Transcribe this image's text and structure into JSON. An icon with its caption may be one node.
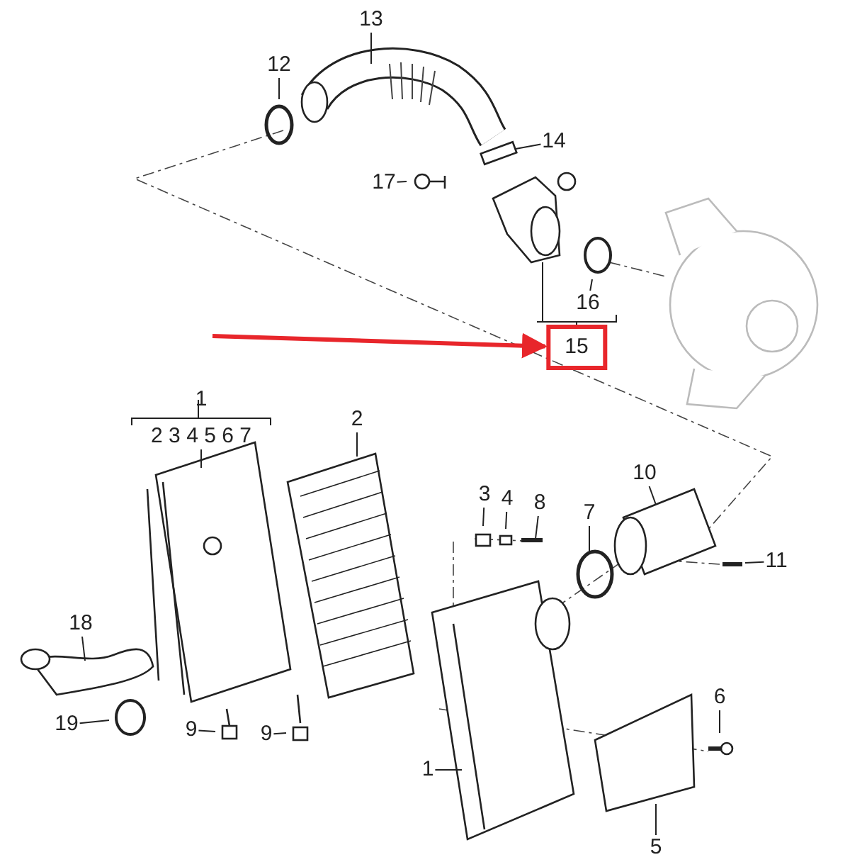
{
  "diagram": {
    "nodes": [
      {
        "text": [
          "13"
        ]
      },
      {
        "text": [
          "12"
        ]
      },
      {
        "text": [
          "14"
        ]
      },
      {
        "text": [
          "17"
        ]
      },
      {
        "text": [
          "16"
        ]
      },
      {
        "text": [
          "15"
        ]
      },
      {
        "text": [
          "1",
          "2 3 4 5 6 7"
        ]
      },
      {
        "text": [
          "2"
        ]
      },
      {
        "text": [
          "3"
        ]
      },
      {
        "text": [
          "4"
        ]
      },
      {
        "text": [
          "8"
        ]
      },
      {
        "text": [
          "10"
        ]
      },
      {
        "text": [
          "7"
        ]
      },
      {
        "text": [
          "11"
        ]
      },
      {
        "text": [
          "18"
        ]
      },
      {
        "text": [
          "19"
        ]
      },
      {
        "text": [
          "9"
        ]
      },
      {
        "text": [
          "9"
        ]
      },
      {
        "text": [
          "1"
        ]
      },
      {
        "text": [
          "6"
        ]
      },
      {
        "text": [
          "5"
        ]
      }
    ],
    "edges": [
      {
        "from": 0,
        "to": null,
        "arrow": "none"
      },
      {
        "from": 1,
        "to": null,
        "arrow": "none"
      },
      {
        "from": 2,
        "to": null,
        "arrow": "none"
      },
      {
        "from": 3,
        "to": null,
        "arrow": "none"
      },
      {
        "from": 4,
        "to": null,
        "arrow": "none"
      },
      {
        "from": 6,
        "to": null,
        "arrow": "none"
      },
      {
        "from": 7,
        "to": null,
        "arrow": "none"
      },
      {
        "from": 8,
        "to": null,
        "arrow": "none"
      },
      {
        "from": 9,
        "to": null,
        "arrow": "none"
      },
      {
        "from": 10,
        "to": null,
        "arrow": "none"
      },
      {
        "from": 11,
        "to": null,
        "arrow": "none"
      },
      {
        "from": 12,
        "to": null,
        "arrow": "none"
      },
      {
        "from": 13,
        "to": null,
        "arrow": "none"
      },
      {
        "from": 14,
        "to": null,
        "arrow": "none"
      },
      {
        "from": 15,
        "to": null,
        "arrow": "none"
      },
      {
        "from": 16,
        "to": null,
        "arrow": "none"
      },
      {
        "from": 17,
        "to": null,
        "arrow": "none"
      },
      {
        "from": 18,
        "to": null,
        "arrow": "none"
      },
      {
        "from": 19,
        "to": null,
        "arrow": "none"
      },
      {
        "from": 20,
        "to": null,
        "arrow": "none"
      },
      {
        "from": null,
        "to": 5,
        "arrow": "to",
        "style": "thick",
        "color": "#e8262b"
      }
    ]
  }
}
